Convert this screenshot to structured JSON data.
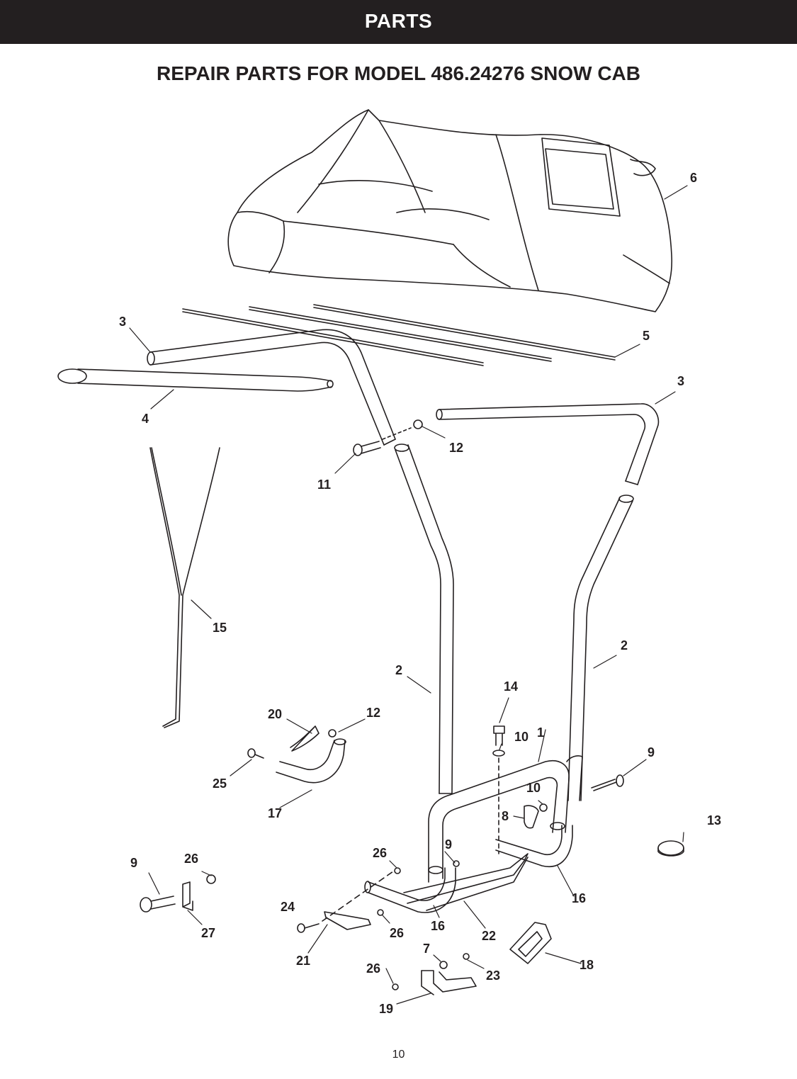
{
  "header": {
    "title": "PARTS"
  },
  "document": {
    "title": "REPAIR PARTS FOR MODEL 486.24276 SNOW CAB"
  },
  "callouts": {
    "c1": "1",
    "c2a": "2",
    "c2b": "2",
    "c3a": "3",
    "c3b": "3",
    "c4": "4",
    "c5": "5",
    "c6": "6",
    "c7": "7",
    "c8": "8",
    "c9a": "9",
    "c9b": "9",
    "c9c": "9",
    "c10a": "10",
    "c10b": "10",
    "c11": "11",
    "c12a": "12",
    "c12b": "12",
    "c13": "13",
    "c14": "14",
    "c15": "15",
    "c16a": "16",
    "c16b": "16",
    "c17": "17",
    "c18": "18",
    "c19": "19",
    "c20": "20",
    "c21": "21",
    "c22": "22",
    "c23": "23",
    "c24": "24",
    "c25": "25",
    "c26a": "26",
    "c26b": "26",
    "c26c": "26",
    "c26d": "26",
    "c27": "27"
  },
  "footer": {
    "page_number": "10"
  }
}
